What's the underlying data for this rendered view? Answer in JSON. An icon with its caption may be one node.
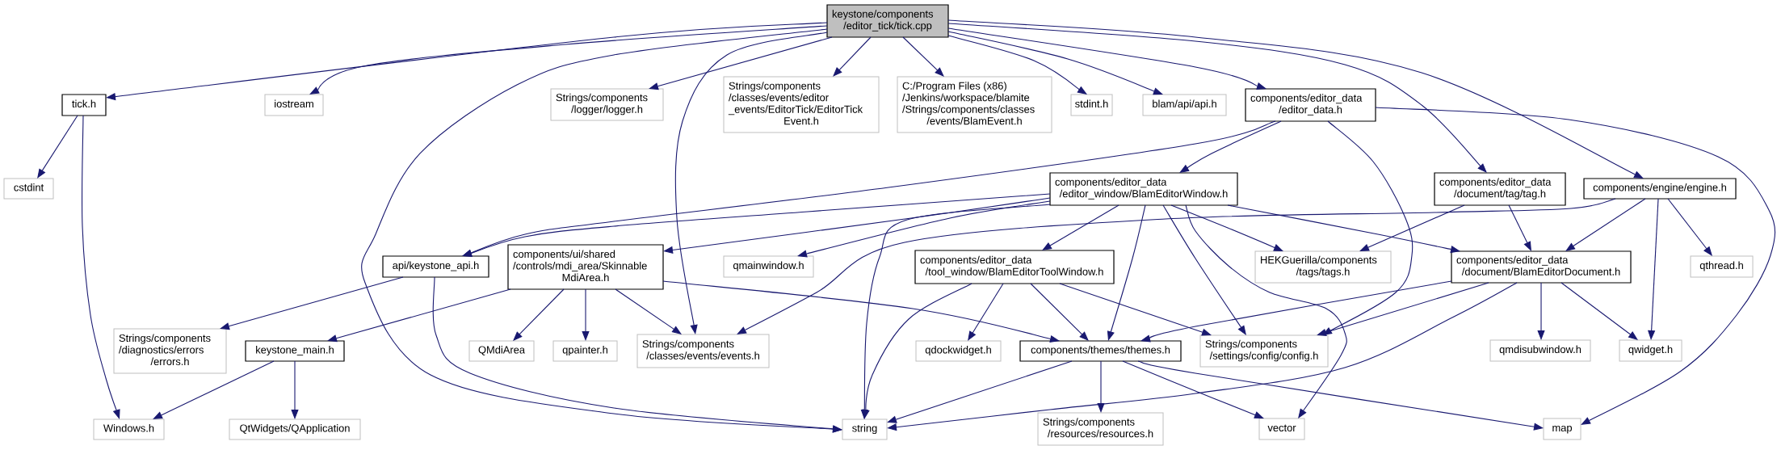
{
  "diagram": {
    "nodes": [
      {
        "text": [
          "keystone/components /editor_tick/tick.cpp"
        ]
      },
      {
        "text": [
          "tick.h"
        ]
      },
      {
        "text": [
          "iostream"
        ]
      },
      {
        "text": [
          "Strings/components /logger/logger.h"
        ]
      },
      {
        "text": [
          "Strings/components /classes/events/editor _events/EditorTick/EditorTick Event.h"
        ]
      },
      {
        "text": [
          "C:/Program Files (x86) /Jenkins/workspace/blamite /Strings/components/classes /events/BlamEvent.h"
        ]
      },
      {
        "text": [
          "stdint.h"
        ]
      },
      {
        "text": [
          "blam/api/api.h"
        ]
      },
      {
        "text": [
          "components/editor_data /editor_data.h"
        ]
      },
      {
        "text": [
          "cstdint"
        ]
      },
      {
        "text": [
          "components/editor_data /editor_window/BlamEditorWindow.h"
        ]
      },
      {
        "text": [
          "components/editor_data /document/tag/tag.h"
        ]
      },
      {
        "text": [
          "components/engine/engine.h"
        ]
      },
      {
        "text": [
          "api/keystone_api.h"
        ]
      },
      {
        "text": [
          "components/ui/shared /controls/mdi_area/Skinnable MdiArea.h"
        ]
      },
      {
        "text": [
          "qmainwindow.h"
        ]
      },
      {
        "text": [
          "components/editor_data /tool_window/BlamEditorToolWindow.h"
        ]
      },
      {
        "text": [
          "HEKGuerilla/components /tags/tags.h"
        ]
      },
      {
        "text": [
          "components/editor_data /document/BlamEditorDocument.h"
        ]
      },
      {
        "text": [
          "qthread.h"
        ]
      },
      {
        "text": [
          "Strings/components /diagnostics/errors /errors.h"
        ]
      },
      {
        "text": [
          "keystone_main.h"
        ]
      },
      {
        "text": [
          "QMdiArea"
        ]
      },
      {
        "text": [
          "qpainter.h"
        ]
      },
      {
        "text": [
          "Strings/components /classes/events/events.h"
        ]
      },
      {
        "text": [
          "qdockwidget.h"
        ]
      },
      {
        "text": [
          "components/themes/themes.h"
        ]
      },
      {
        "text": [
          "Strings/components /settings/config/config.h"
        ]
      },
      {
        "text": [
          "qmdisubwindow.h"
        ]
      },
      {
        "text": [
          "qwidget.h"
        ]
      },
      {
        "text": [
          "Windows.h"
        ]
      },
      {
        "text": [
          "QtWidgets/QApplication"
        ]
      },
      {
        "text": [
          "string"
        ]
      },
      {
        "text": [
          "Strings/components /resources/resources.h"
        ]
      },
      {
        "text": [
          "vector"
        ]
      },
      {
        "text": [
          "map"
        ]
      }
    ],
    "edges": [
      {
        "from": 0,
        "to": 1,
        "arrow": "to"
      },
      {
        "from": 0,
        "to": 2,
        "arrow": "to"
      },
      {
        "from": 0,
        "to": 3,
        "arrow": "to"
      },
      {
        "from": 0,
        "to": 4,
        "arrow": "to"
      },
      {
        "from": 0,
        "to": 5,
        "arrow": "to"
      },
      {
        "from": 0,
        "to": 6,
        "arrow": "to"
      },
      {
        "from": 0,
        "to": 7,
        "arrow": "to"
      },
      {
        "from": 0,
        "to": 8,
        "arrow": "to"
      },
      {
        "from": 0,
        "to": 11,
        "arrow": "to"
      },
      {
        "from": 0,
        "to": 12,
        "arrow": "to"
      },
      {
        "from": 0,
        "to": 24,
        "arrow": "to"
      },
      {
        "from": 0,
        "to": 32,
        "arrow": "to"
      },
      {
        "from": 1,
        "to": 9,
        "arrow": "to"
      },
      {
        "from": 1,
        "to": 30,
        "arrow": "to"
      },
      {
        "from": 8,
        "to": 10,
        "arrow": "to"
      },
      {
        "from": 8,
        "to": 13,
        "arrow": "to"
      },
      {
        "from": 8,
        "to": 27,
        "arrow": "to"
      },
      {
        "from": 8,
        "to": 35,
        "arrow": "to"
      },
      {
        "from": 10,
        "to": 13,
        "arrow": "to"
      },
      {
        "from": 10,
        "to": 14,
        "arrow": "to"
      },
      {
        "from": 10,
        "to": 15,
        "arrow": "to"
      },
      {
        "from": 10,
        "to": 16,
        "arrow": "to"
      },
      {
        "from": 10,
        "to": 17,
        "arrow": "to"
      },
      {
        "from": 10,
        "to": 18,
        "arrow": "to"
      },
      {
        "from": 10,
        "to": 26,
        "arrow": "to"
      },
      {
        "from": 10,
        "to": 27,
        "arrow": "to"
      },
      {
        "from": 10,
        "to": 32,
        "arrow": "to"
      },
      {
        "from": 10,
        "to": 34,
        "arrow": "to"
      },
      {
        "from": 11,
        "to": 17,
        "arrow": "to"
      },
      {
        "from": 11,
        "to": 18,
        "arrow": "to"
      },
      {
        "from": 12,
        "to": 18,
        "arrow": "to"
      },
      {
        "from": 12,
        "to": 19,
        "arrow": "to"
      },
      {
        "from": 12,
        "to": 24,
        "arrow": "to"
      },
      {
        "from": 12,
        "to": 29,
        "arrow": "to"
      },
      {
        "from": 13,
        "to": 20,
        "arrow": "to"
      },
      {
        "from": 13,
        "to": 32,
        "arrow": "to"
      },
      {
        "from": 14,
        "to": 21,
        "arrow": "to"
      },
      {
        "from": 14,
        "to": 22,
        "arrow": "to"
      },
      {
        "from": 14,
        "to": 23,
        "arrow": "to"
      },
      {
        "from": 14,
        "to": 24,
        "arrow": "to"
      },
      {
        "from": 14,
        "to": 26,
        "arrow": "to"
      },
      {
        "from": 16,
        "to": 25,
        "arrow": "to"
      },
      {
        "from": 16,
        "to": 26,
        "arrow": "to"
      },
      {
        "from": 16,
        "to": 27,
        "arrow": "to"
      },
      {
        "from": 16,
        "to": 32,
        "arrow": "to"
      },
      {
        "from": 18,
        "to": 26,
        "arrow": "to"
      },
      {
        "from": 18,
        "to": 27,
        "arrow": "to"
      },
      {
        "from": 18,
        "to": 28,
        "arrow": "to"
      },
      {
        "from": 18,
        "to": 29,
        "arrow": "to"
      },
      {
        "from": 18,
        "to": 32,
        "arrow": "to"
      },
      {
        "from": 21,
        "to": 30,
        "arrow": "to"
      },
      {
        "from": 21,
        "to": 31,
        "arrow": "to"
      },
      {
        "from": 26,
        "to": 32,
        "arrow": "to"
      },
      {
        "from": 26,
        "to": 33,
        "arrow": "to"
      },
      {
        "from": 26,
        "to": 34,
        "arrow": "to"
      },
      {
        "from": 26,
        "to": 35,
        "arrow": "to"
      }
    ]
  }
}
